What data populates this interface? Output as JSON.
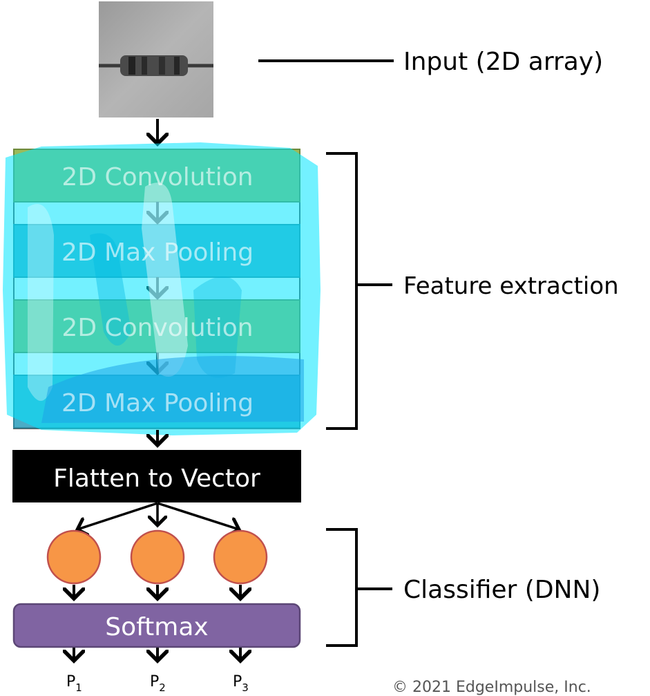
{
  "input_label": "Input (2D array)",
  "feature_label": "Feature extraction",
  "classifier_label": "Classifier (DNN)",
  "layers": [
    "2D Convolution",
    "2D Max Pooling",
    "2D Convolution",
    "2D Max Pooling"
  ],
  "flatten_label": "Flatten to Vector",
  "softmax_label": "Softmax",
  "outputs": [
    {
      "p": "P",
      "sub": "1"
    },
    {
      "p": "P",
      "sub": "2"
    },
    {
      "p": "P",
      "sub": "3"
    }
  ],
  "copyright": "© 2021 EdgeImpulse, Inc.",
  "colors": {
    "conv": "#9bbb59",
    "pool": "#4bacc6",
    "overlay": "#00e5ff",
    "flatten": "#000000",
    "neuron": "#f79646",
    "neuron_border": "#c0504d",
    "softmax": "#8064a2"
  },
  "icons": {
    "input_image": "resistor-image"
  }
}
